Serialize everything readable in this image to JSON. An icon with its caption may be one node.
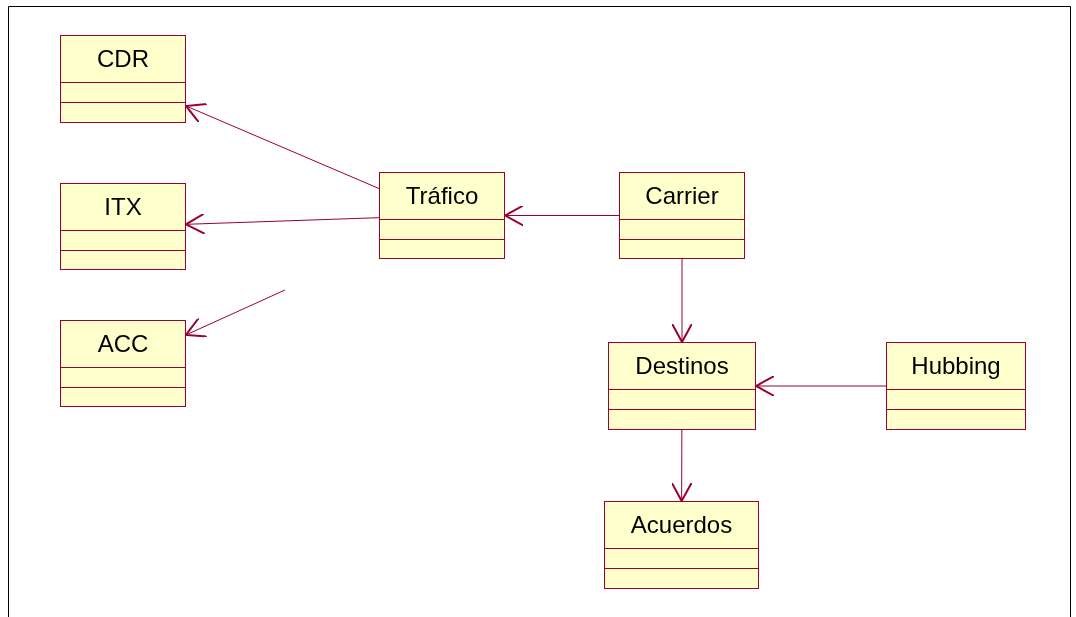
{
  "diagram": {
    "nodes": [
      {
        "text": [
          "CDR"
        ]
      },
      {
        "text": [
          "ITX"
        ]
      },
      {
        "text": [
          "ACC"
        ]
      },
      {
        "text": [
          "Tráfico"
        ]
      },
      {
        "text": [
          "Carrier"
        ]
      },
      {
        "text": [
          "Destinos"
        ]
      },
      {
        "text": [
          "Hubbing"
        ]
      },
      {
        "text": [
          "Acuerdos"
        ]
      }
    ],
    "edges": [
      {
        "from": 3,
        "to": 0,
        "arrow": "to"
      },
      {
        "from": 3,
        "to": 1,
        "arrow": "to"
      },
      {
        "from": null,
        "to": 2,
        "arrow": "to"
      },
      {
        "from": 4,
        "to": 3,
        "arrow": "to"
      },
      {
        "from": 4,
        "to": 5,
        "arrow": "to"
      },
      {
        "from": 6,
        "to": 5,
        "arrow": "to"
      },
      {
        "from": 5,
        "to": 7,
        "arrow": "to"
      }
    ]
  }
}
